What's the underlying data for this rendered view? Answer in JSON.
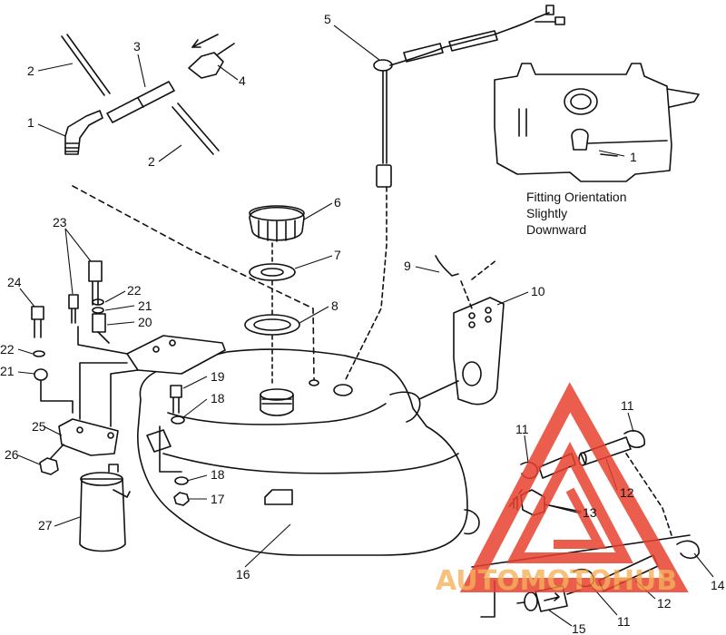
{
  "callouts": {
    "c1": "1",
    "c2a": "2",
    "c2b": "2",
    "c3": "3",
    "c4": "4",
    "c5": "5",
    "c6": "6",
    "c7": "7",
    "c8": "8",
    "c9": "9",
    "c10": "10",
    "c11a": "11",
    "c11b": "11",
    "c11c": "11",
    "c12a": "12",
    "c12b": "12",
    "c13": "13",
    "c14": "14",
    "c15": "15",
    "c16": "16",
    "c17": "17",
    "c18a": "18",
    "c18b": "18",
    "c19": "19",
    "c20": "20",
    "c21a": "21",
    "c21b": "21",
    "c22a": "22",
    "c22b": "22",
    "c23": "23",
    "c24": "24",
    "c25": "25",
    "c26": "26",
    "c27": "27",
    "inset1": "1"
  },
  "note": {
    "line1": "Fitting Orientation",
    "line2": "Slightly",
    "line3": "Downward"
  },
  "watermark": {
    "text": "AUTOMOTOHUB",
    "color": "#e8412f",
    "secondary_color": "#f2a440"
  }
}
